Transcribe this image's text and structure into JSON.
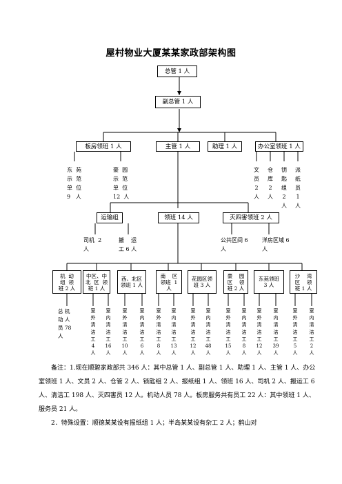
{
  "title": "屋村物业大厦某某家政部架构图",
  "nodes": {
    "general_manager": "总管 1 人",
    "deputy_manager": "副总管 1 人",
    "board_room_leader": "板房领班 1 人",
    "supervisor": "主管 1 人",
    "assistant": "助理 1 人",
    "office_leader": "办公室领班 1 人",
    "transport_group": "运输组",
    "team_leaders": "领班 14 人",
    "pest_leader": "灭四害领班 2 人"
  },
  "board_room_staff": [
    {
      "text": "东  苑\n示  范\n单  位\n9   人"
    },
    {
      "text": "豪  园\n示  范\n单  位\n12  人"
    }
  ],
  "office_staff": [
    {
      "text": "文\n员\n2\n人"
    },
    {
      "text": "仓\n库\n2\n人"
    },
    {
      "text": "钥\n匙\n组\n2\n人"
    },
    {
      "text": "派\n纸\n员\n1\n人"
    }
  ],
  "transport_staff": [
    {
      "text": "司机  2\n人"
    },
    {
      "text": "搬    运\n工 6 人"
    }
  ],
  "pest_staff": [
    {
      "text": "公共区间 6\n人"
    },
    {
      "text": "洋房区域 6\n人"
    }
  ],
  "district_boxes": [
    {
      "text": "机  动\n组  领\n班 2 人"
    },
    {
      "text": "中区、中\n北  区  领\n班 1 人"
    },
    {
      "text": "西、北区\n领班 1 人"
    },
    {
      "text": "南    区\n领班  1\n人"
    },
    {
      "text": "花园区领\n班 3 人"
    },
    {
      "text": "豪    园\n区    领\n班 2 人"
    },
    {
      "text": "东苑领班\n3 人"
    },
    {
      "text": "沙    湾\n区    领\n班 1 人"
    }
  ],
  "bottom_staff": [
    {
      "text": "总 机\n动 人\n员 78\n人"
    },
    {
      "text": "室\n外\n清\n洁\n工\n4\n人"
    },
    {
      "text": "室\n内\n清\n洁\n工\n16\n人"
    },
    {
      "text": "室\n外\n清\n洁\n工\n10\n人"
    },
    {
      "text": "室\n内\n清\n洁\n工\n6\n人"
    },
    {
      "text": "室\n外\n清\n洁\n工\n8\n人"
    },
    {
      "text": "室\n内\n清\n洁\n工\n13\n人"
    },
    {
      "text": "室\n外\n清\n洁\n工\n12\n人"
    },
    {
      "text": "室\n内\n清\n洁\n工\n48\n人"
    },
    {
      "text": "室\n外\n清\n洁\n工\n15\n人"
    },
    {
      "text": "室\n内\n清\n洁\n工\n8\n人"
    },
    {
      "text": "室\n外\n清\n洁\n工\n12\n人"
    },
    {
      "text": "室\n内\n清\n洁\n工\n39\n人"
    },
    {
      "text": "室\n外\n清\n洁\n工\n5\n人"
    },
    {
      "text": "室\n内\n清\n洁\n工\n2\n人"
    }
  ],
  "notes": {
    "note1": "备注：1.现在顺碧家政部共 346 人：其中总管 1 人、副总管 1 人、助理 1 人、主管 1 人、办公室领班 1 人、文员 2 人、仓管 2 人、锁匙组 2 人、报纸组 1 人、领班 16 人、司机 2 人、搬运工 6 人、清洁工 198 人、灭四害员 12 人。机动人员 78 人。板房服务共有员工 22 人：其中领班 1 人、服务员 21 人。",
    "note2": "2．特殊设置：顺德某某设有报纸组 1 人；半岛某某设有杂工 2 人；鹤山对"
  }
}
